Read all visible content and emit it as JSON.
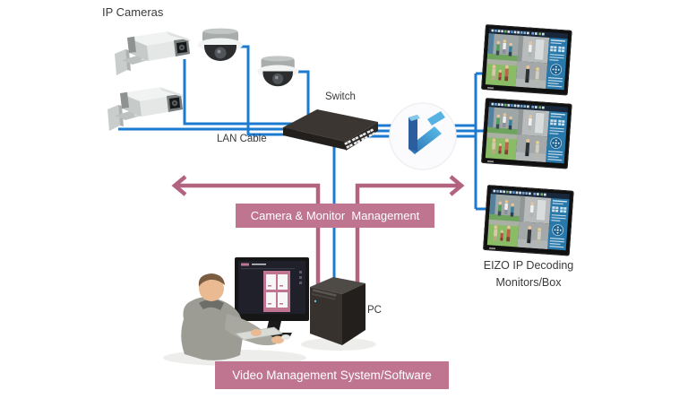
{
  "diagram": {
    "title": "IP camera surveillance system diagram",
    "labels": {
      "ip_cameras": "IP Cameras",
      "switch": "Switch",
      "lan_cable": "LAN Cable",
      "pc": "PC",
      "eizo_monitors_line1": "EIZO IP Decoding",
      "eizo_monitors_line2": "Monitors/Box"
    },
    "banners": {
      "camera_monitor_management": "Camera & Monitor  Management",
      "video_management": "Video Management System/Software"
    },
    "colors": {
      "cable_blue": "#1c7bd1",
      "arrow_pink": "#b26380",
      "banner_pink": "#bf7590",
      "banner_text": "#ffffff",
      "label_text": "#3a3a3a"
    },
    "nodes": {
      "cameras": [
        "bullet-camera-1",
        "dome-camera-1",
        "dome-camera-2",
        "bullet-camera-2"
      ],
      "switch": "network-switch",
      "software_logo": "decoding-software-logo",
      "monitors": [
        "eizo-monitor-1",
        "eizo-monitor-2",
        "eizo-monitor-3"
      ],
      "pc": "management-pc",
      "operator": "operator-workstation"
    }
  }
}
